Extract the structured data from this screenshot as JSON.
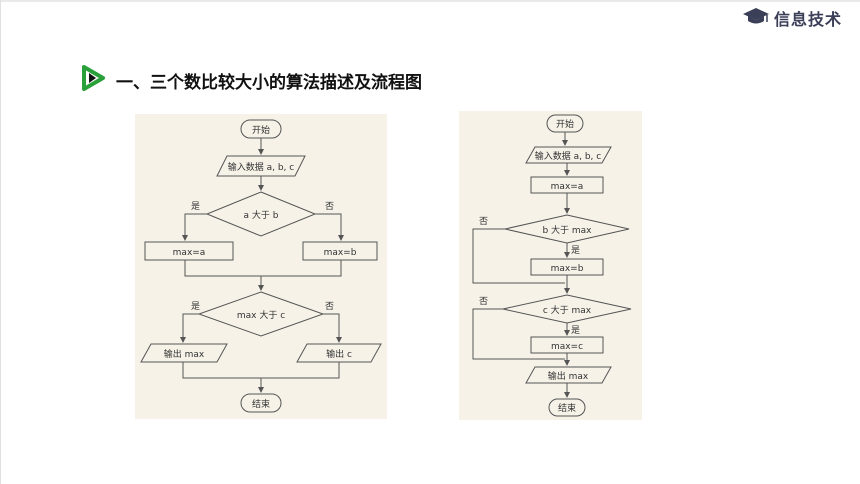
{
  "header": {
    "brand_label": "信息技术",
    "brand_icon": "graduation-cap-icon"
  },
  "section": {
    "title": "一、三个数比较大小的算法描述及流程图",
    "play_icon": "play-arrow-icon"
  },
  "flowchart_left": {
    "start": "开始",
    "input": "输入数据 a, b, c",
    "decision1": "a 大于 b",
    "yes1": "是",
    "no1": "否",
    "assign_a": "max=a",
    "assign_b": "max=b",
    "decision2": "max 大于 c",
    "yes2": "是",
    "no2": "否",
    "output_max": "输出 max",
    "output_c": "输出 c",
    "end": "结束"
  },
  "flowchart_right": {
    "start": "开始",
    "input": "输入数据 a, b, c",
    "assign_a": "max=a",
    "decision1": "b 大于 max",
    "no1": "否",
    "yes1": "是",
    "assign_b": "max=b",
    "decision2": "c 大于 max",
    "no2": "否",
    "yes2": "是",
    "assign_c": "max=c",
    "output": "输出 max",
    "end": "结束"
  },
  "colors": {
    "accent_green": "#2aa03a",
    "brand_dark": "#3b3f57",
    "panel_bg": "#f6f2e8"
  }
}
